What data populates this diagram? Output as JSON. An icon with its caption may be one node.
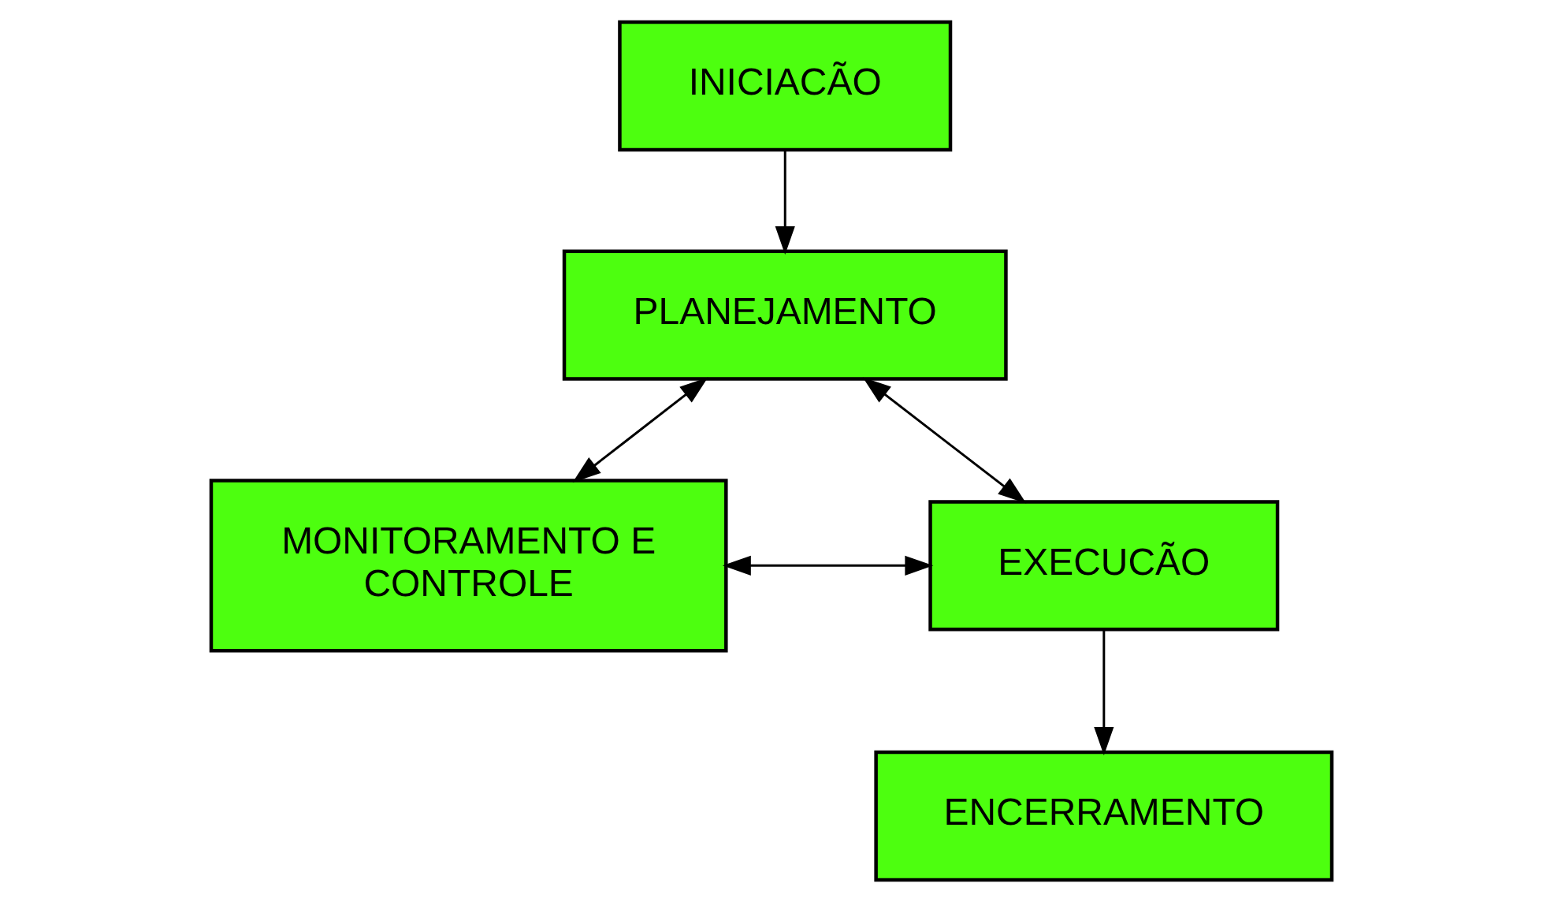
{
  "diagram": {
    "nodes": [
      {
        "text": [
          "INICIACÃO"
        ]
      },
      {
        "text": [
          "PLANEJAMENTO"
        ]
      },
      {
        "text": [
          "MONITORAMENTO E CONTROLE"
        ]
      },
      {
        "text": [
          "EXECUCÃO"
        ]
      },
      {
        "text": [
          "ENCERRAMENTO"
        ]
      }
    ],
    "edges": [
      {
        "from": 0,
        "to": 1,
        "arrow": "to"
      },
      {
        "from": 1,
        "to": 2,
        "arrow": "both"
      },
      {
        "from": 1,
        "to": 3,
        "arrow": "both"
      },
      {
        "from": 2,
        "to": 3,
        "arrow": "both"
      },
      {
        "from": 3,
        "to": 4,
        "arrow": "to"
      }
    ]
  }
}
